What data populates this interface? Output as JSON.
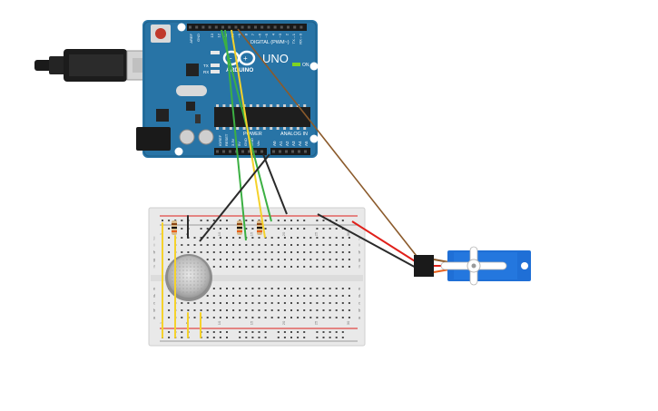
{
  "board": {
    "logo_text": "ARDUINO",
    "model": "UNO",
    "digital_label": "DIGITAL (PWM~)",
    "power_label": "POWER",
    "analog_label": "ANALOG IN",
    "on_label": "ON",
    "tx_label": "TX",
    "rx_label": "RX",
    "aref_label": "AREF",
    "gnd_label": "GND",
    "digital_pins": [
      "13",
      "12",
      "~11",
      "~10",
      "~9",
      "8",
      "7",
      "~6",
      "~5",
      "4",
      "~3",
      "2",
      "TX→1",
      "RX←0"
    ],
    "power_pins": [
      "IOREF",
      "RESET",
      "3.3V",
      "5V",
      "GND",
      "GND",
      "Vin"
    ],
    "analog_pins": [
      "A0",
      "A1",
      "A2",
      "A3",
      "A4",
      "A5"
    ]
  },
  "breadboard": {
    "columns": [
      "1",
      "5",
      "10",
      "15",
      "20",
      "25",
      "30"
    ],
    "rows_top": [
      "j",
      "i",
      "h",
      "g",
      "f"
    ],
    "rows_bottom": [
      "e",
      "d",
      "c",
      "b",
      "a"
    ]
  },
  "wire_colors": {
    "green": "#3cb043",
    "yellow": "#f5d22a",
    "brown": "#8b5a2b",
    "black": "#2a2a2a",
    "red": "#e0201a"
  },
  "servo": {
    "body_color": "#1f6fd6"
  }
}
